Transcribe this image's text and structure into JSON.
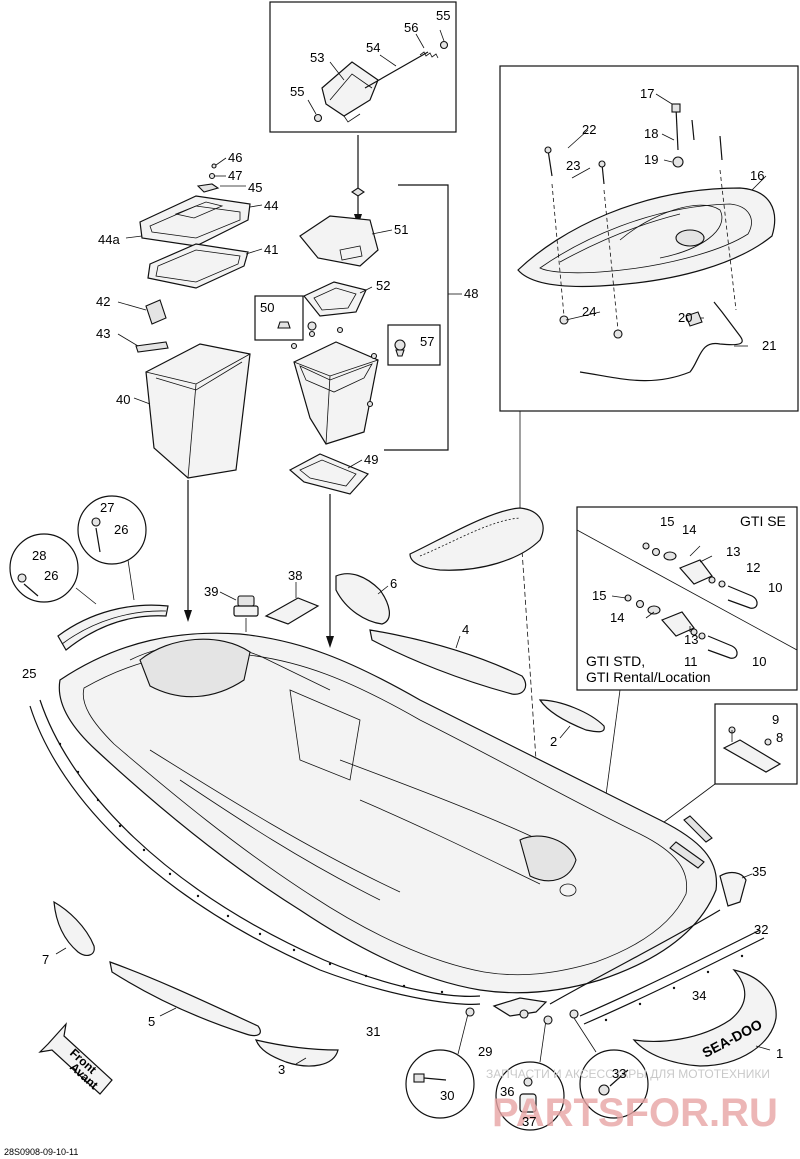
{
  "diagram": {
    "reference_code": "28S0908-09-10-11",
    "front_label": [
      "Front",
      "Avant"
    ],
    "inset_labels": {
      "gti_se": "GTI SE",
      "gti_std": "GTI STD,",
      "gti_rental": "GTI Rental/Location"
    },
    "brand_decal": "SEA-DOO",
    "watermark": {
      "subtitle": "ЗАПЧАСТИ И АКСЕССУАРЫ ДЛЯ МОТОТЕХНИКИ",
      "logo": "PARTSFOR.RU"
    },
    "callouts": [
      {
        "id": "c1",
        "text": "1"
      },
      {
        "id": "c2",
        "text": "2"
      },
      {
        "id": "c3",
        "text": "3"
      },
      {
        "id": "c4",
        "text": "4"
      },
      {
        "id": "c5",
        "text": "5"
      },
      {
        "id": "c6",
        "text": "6"
      },
      {
        "id": "c7",
        "text": "7"
      },
      {
        "id": "c8",
        "text": "8"
      },
      {
        "id": "c9",
        "text": "9"
      },
      {
        "id": "c10a",
        "text": "10"
      },
      {
        "id": "c10b",
        "text": "10"
      },
      {
        "id": "c11",
        "text": "11"
      },
      {
        "id": "c12",
        "text": "12"
      },
      {
        "id": "c13a",
        "text": "13"
      },
      {
        "id": "c13b",
        "text": "13"
      },
      {
        "id": "c14a",
        "text": "14"
      },
      {
        "id": "c14b",
        "text": "14"
      },
      {
        "id": "c15a",
        "text": "15"
      },
      {
        "id": "c15b",
        "text": "15"
      },
      {
        "id": "c16",
        "text": "16"
      },
      {
        "id": "c17",
        "text": "17"
      },
      {
        "id": "c18",
        "text": "18"
      },
      {
        "id": "c19",
        "text": "19"
      },
      {
        "id": "c20",
        "text": "20"
      },
      {
        "id": "c21",
        "text": "21"
      },
      {
        "id": "c22",
        "text": "22"
      },
      {
        "id": "c23",
        "text": "23"
      },
      {
        "id": "c24",
        "text": "24"
      },
      {
        "id": "c25",
        "text": "25"
      },
      {
        "id": "c26a",
        "text": "26"
      },
      {
        "id": "c26b",
        "text": "26"
      },
      {
        "id": "c27",
        "text": "27"
      },
      {
        "id": "c28",
        "text": "28"
      },
      {
        "id": "c29",
        "text": "29"
      },
      {
        "id": "c30",
        "text": "30"
      },
      {
        "id": "c31",
        "text": "31"
      },
      {
        "id": "c32",
        "text": "32"
      },
      {
        "id": "c33",
        "text": "33"
      },
      {
        "id": "c34",
        "text": "34"
      },
      {
        "id": "c35",
        "text": "35"
      },
      {
        "id": "c36",
        "text": "36"
      },
      {
        "id": "c37",
        "text": "37"
      },
      {
        "id": "c38",
        "text": "38"
      },
      {
        "id": "c39",
        "text": "39"
      },
      {
        "id": "c40",
        "text": "40"
      },
      {
        "id": "c41",
        "text": "41"
      },
      {
        "id": "c42",
        "text": "42"
      },
      {
        "id": "c43",
        "text": "43"
      },
      {
        "id": "c44",
        "text": "44"
      },
      {
        "id": "c44a",
        "text": "44a"
      },
      {
        "id": "c45",
        "text": "45"
      },
      {
        "id": "c46",
        "text": "46"
      },
      {
        "id": "c47",
        "text": "47"
      },
      {
        "id": "c48",
        "text": "48"
      },
      {
        "id": "c49",
        "text": "49"
      },
      {
        "id": "c50",
        "text": "50"
      },
      {
        "id": "c51",
        "text": "51"
      },
      {
        "id": "c52",
        "text": "52"
      },
      {
        "id": "c53",
        "text": "53"
      },
      {
        "id": "c54",
        "text": "54"
      },
      {
        "id": "c55a",
        "text": "55"
      },
      {
        "id": "c55b",
        "text": "55"
      },
      {
        "id": "c56",
        "text": "56"
      },
      {
        "id": "c57",
        "text": "57"
      }
    ]
  }
}
